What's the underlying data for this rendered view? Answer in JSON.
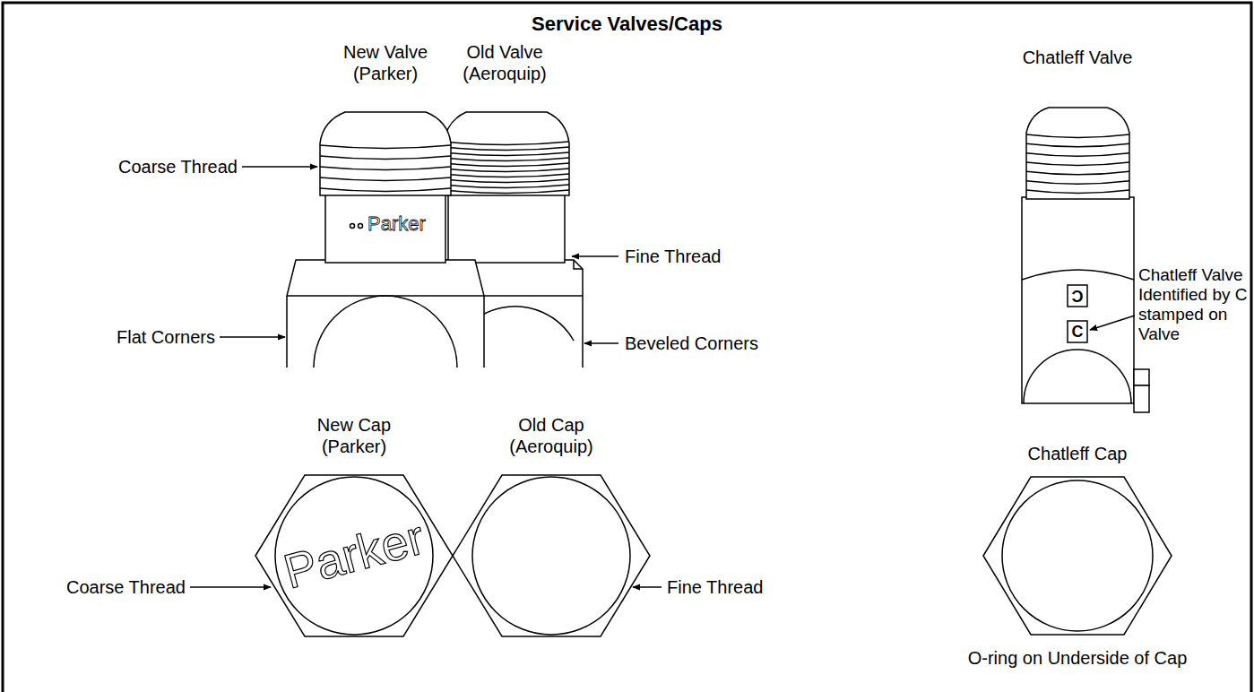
{
  "diagram": {
    "title": "Service Valves/Caps",
    "labels": [
      "New Valve (Parker)",
      "Old Valve (Aeroquip)",
      "Chatleff Valve",
      "Coarse Thread",
      "Fine Thread",
      "Parker",
      "Flat Corners",
      "Beveled Corners",
      "C",
      "C",
      "Chatleff Valve Identified by C stamped on Valve",
      "New Cap (Parker)",
      "Old Cap (Aeroquip)",
      "Chatleff Cap",
      "Coarse Thread",
      "Parker",
      "Fine Thread",
      "O-ring on Underside of Cap"
    ]
  }
}
